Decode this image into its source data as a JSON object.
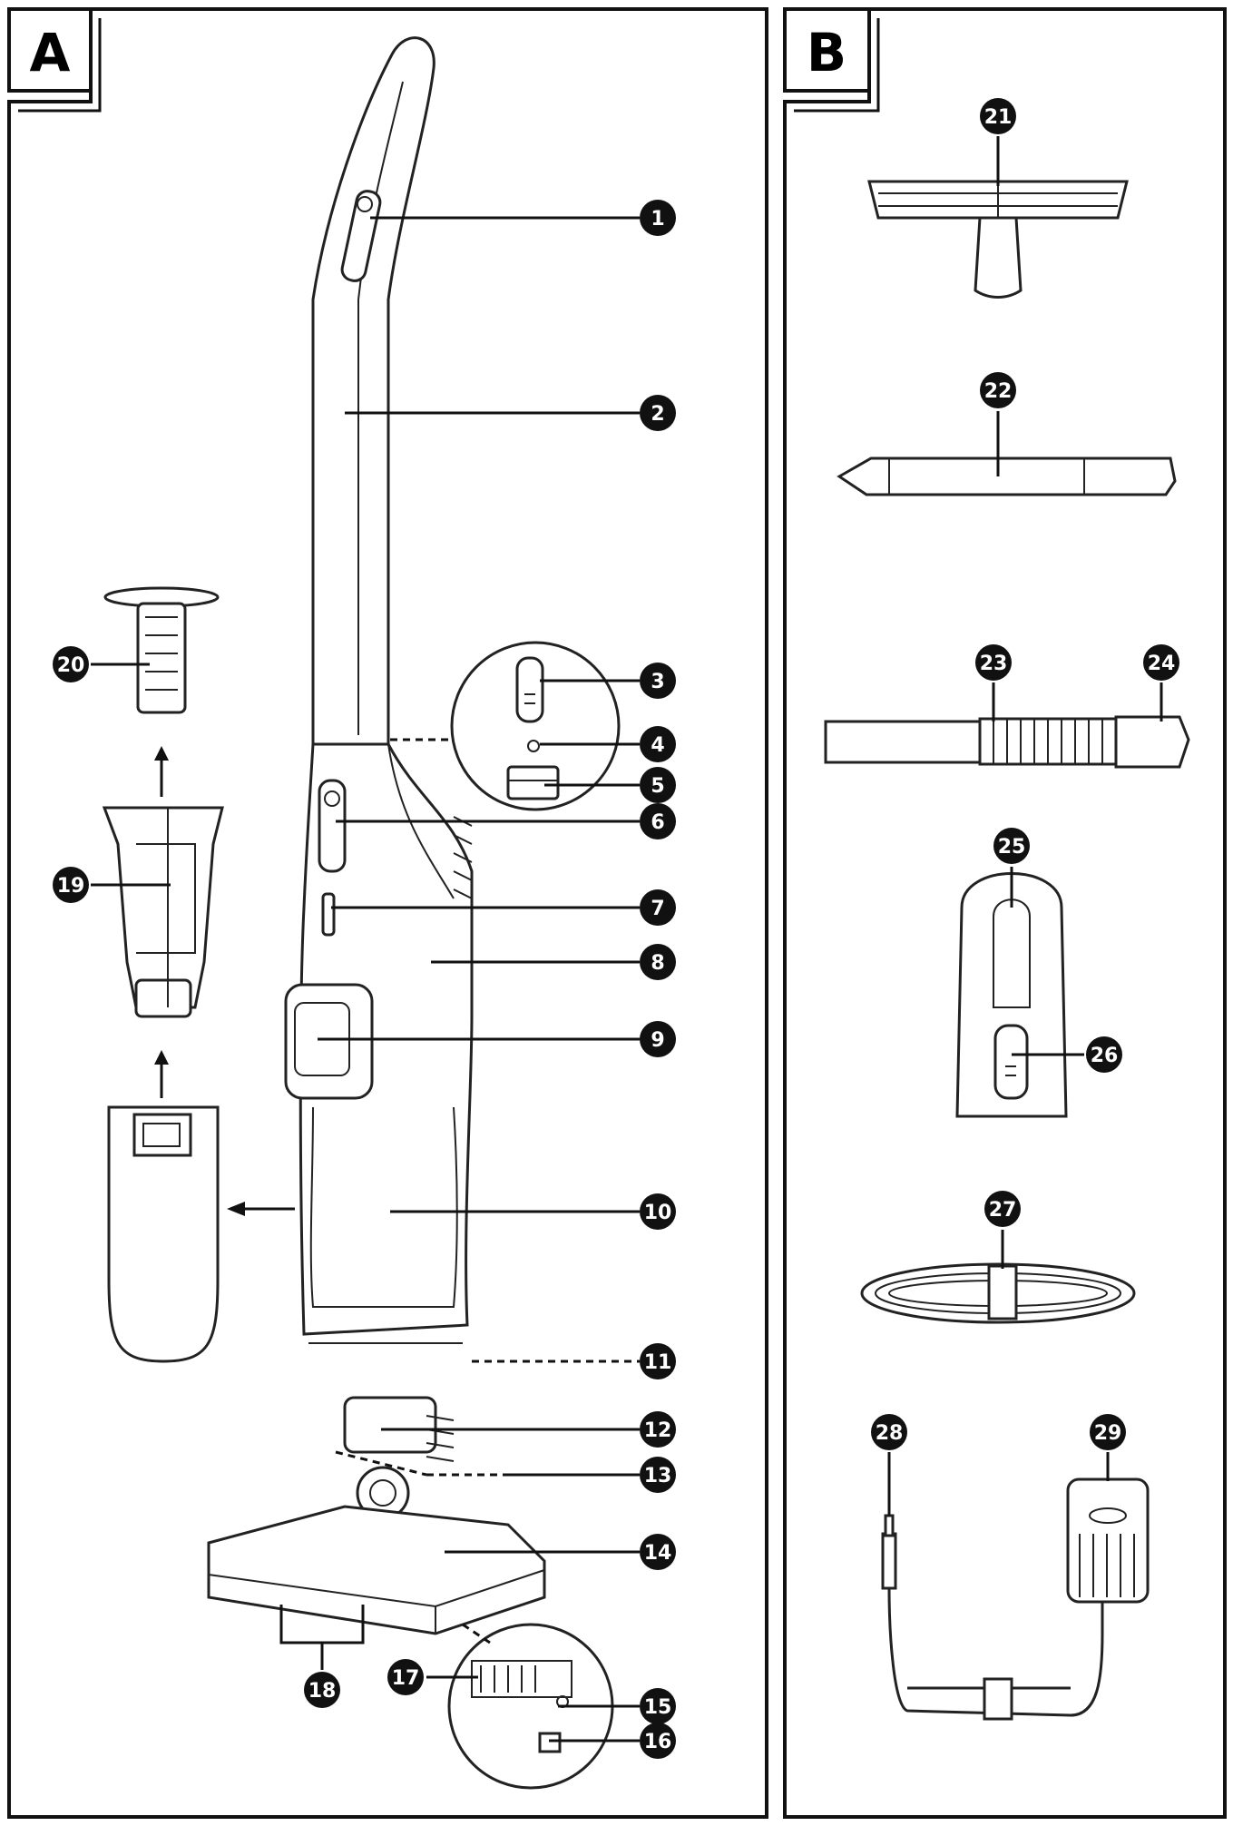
{
  "panels": [
    {
      "id": "A",
      "label": "A"
    },
    {
      "id": "B",
      "label": "B"
    }
  ],
  "callouts": [
    "1",
    "2",
    "3",
    "4",
    "5",
    "6",
    "7",
    "8",
    "9",
    "10",
    "11",
    "12",
    "13",
    "14",
    "15",
    "16",
    "17",
    "18",
    "19",
    "20",
    "21",
    "22",
    "23",
    "24",
    "25",
    "26",
    "27",
    "28",
    "29"
  ],
  "colors": {
    "ink": "#111111",
    "paper": "#ffffff"
  }
}
